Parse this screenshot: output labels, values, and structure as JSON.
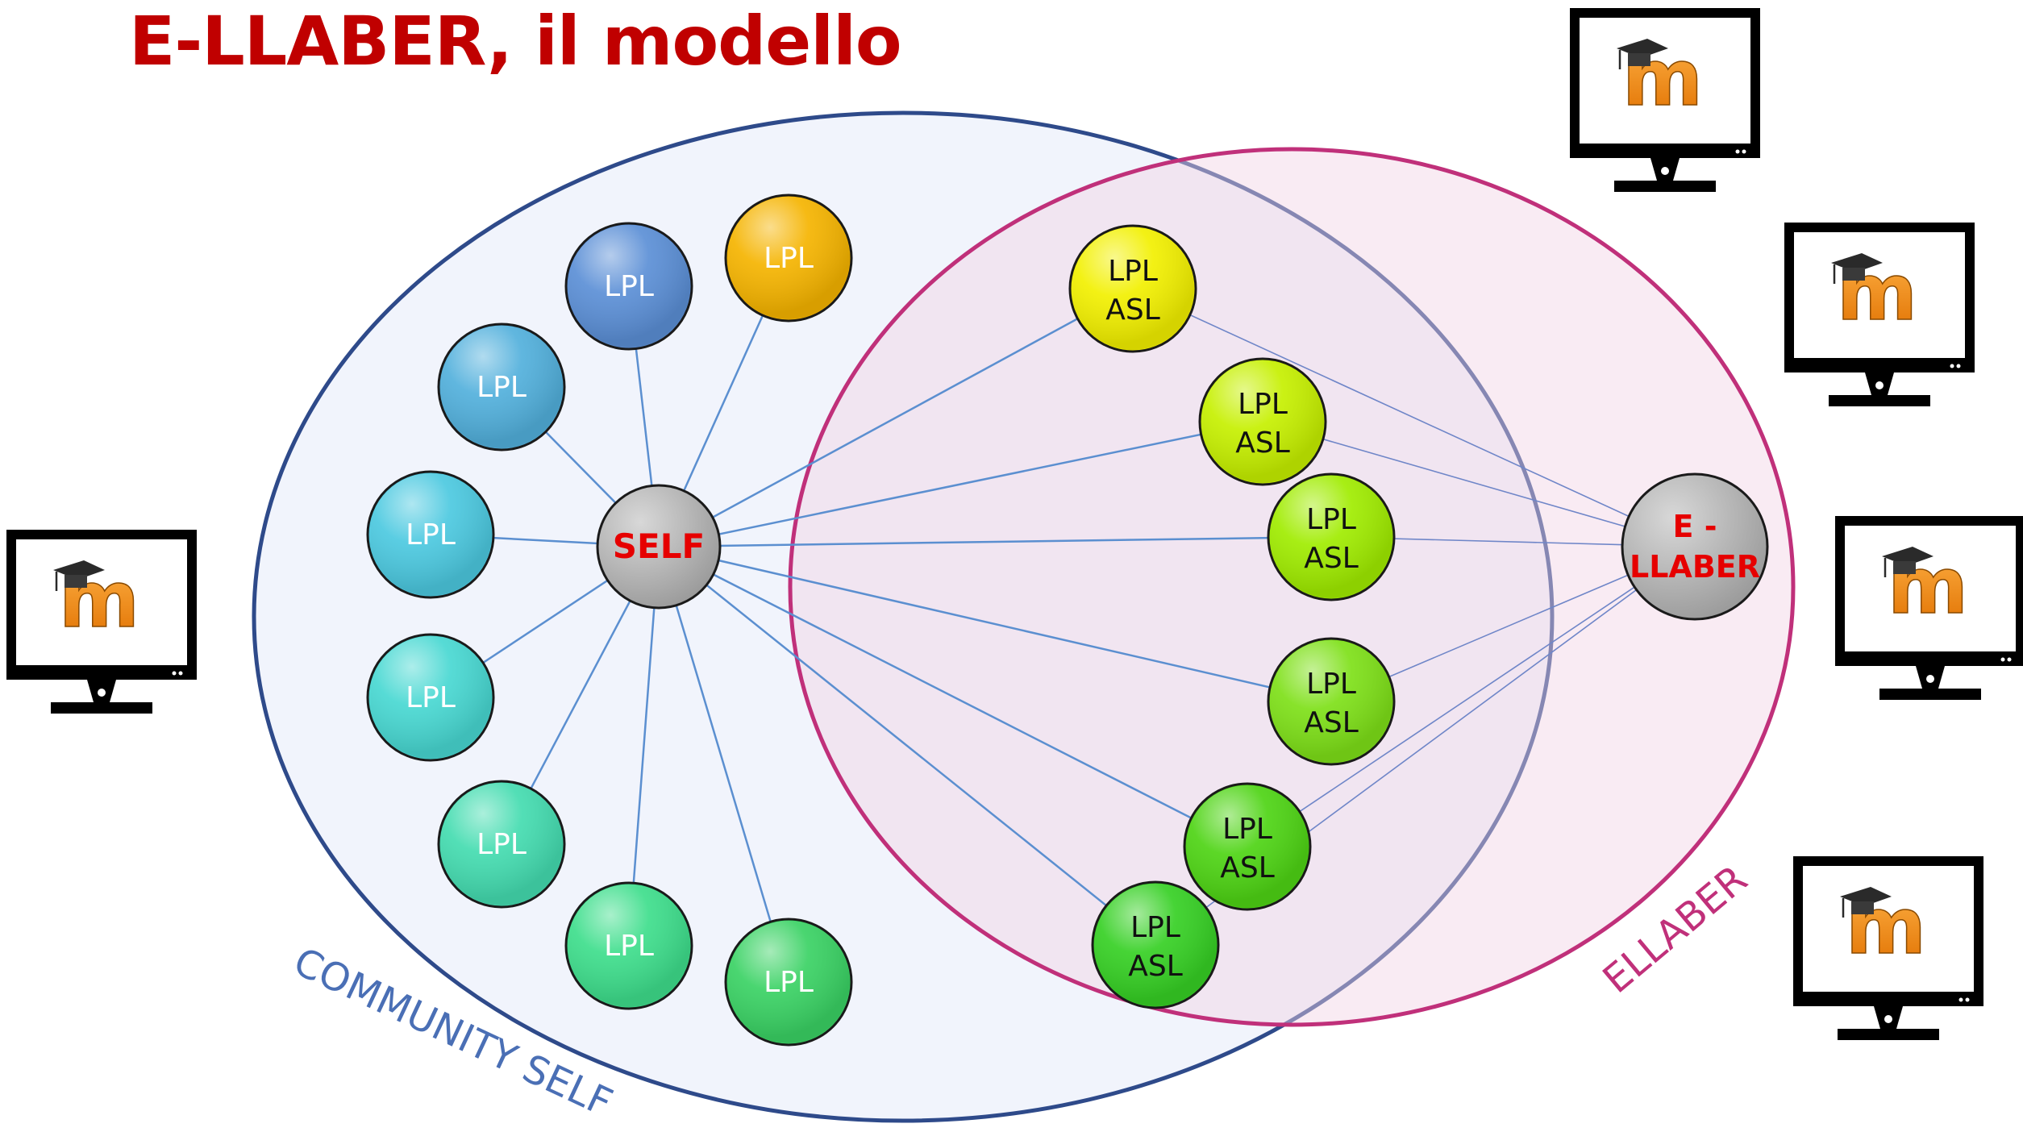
{
  "title": "E-LLABER, il modello",
  "sets": {
    "community_self": {
      "label": "COMMUNITY SELF",
      "stroke": "#2e4a8a",
      "fill": "#eef2fb"
    },
    "ellaber": {
      "label": "ELLABER",
      "stroke": "#c0307a",
      "fill": "#f2d3e4"
    }
  },
  "hubs": {
    "self": {
      "label": "SELF",
      "label_color": "#e60000"
    },
    "ellaber": {
      "lines": [
        "E -",
        "LLABER"
      ],
      "label_color": "#e60000"
    }
  },
  "lpl_nodes": [
    {
      "label": "LPL",
      "color": "#5b8fd6"
    },
    {
      "label": "LPL",
      "color": "#f5b400"
    },
    {
      "label": "LPL",
      "color": "#52b0dc"
    },
    {
      "label": "LPL",
      "color": "#4cc9e0"
    },
    {
      "label": "LPL",
      "color": "#48d8d2"
    },
    {
      "label": "LPL",
      "color": "#44dcb0"
    },
    {
      "label": "LPL",
      "color": "#3ede8c"
    },
    {
      "label": "LPL",
      "color": "#3ad264"
    }
  ],
  "lpl_asl_nodes": [
    {
      "lines": [
        "LPL",
        "ASL"
      ],
      "color": "#f2f000"
    },
    {
      "lines": [
        "LPL",
        "ASL"
      ],
      "color": "#c6f000"
    },
    {
      "lines": [
        "LPL",
        "ASL"
      ],
      "color": "#a0ec00"
    },
    {
      "lines": [
        "LPL",
        "ASL"
      ],
      "color": "#7ee018"
    },
    {
      "lines": [
        "LPL",
        "ASL"
      ],
      "color": "#4ed414"
    },
    {
      "lines": [
        "LPL",
        "ASL"
      ],
      "color": "#36d024"
    }
  ],
  "monitors": [
    {
      "icon": "moodle-icon",
      "letter": "m"
    },
    {
      "icon": "moodle-icon",
      "letter": "m"
    },
    {
      "icon": "moodle-icon",
      "letter": "m"
    },
    {
      "icon": "moodle-icon",
      "letter": "m"
    },
    {
      "icon": "moodle-icon",
      "letter": "m"
    }
  ],
  "colors": {
    "title": "#c00000",
    "connector": "#5b8fd0",
    "connector_thin": "#6f86c8"
  }
}
